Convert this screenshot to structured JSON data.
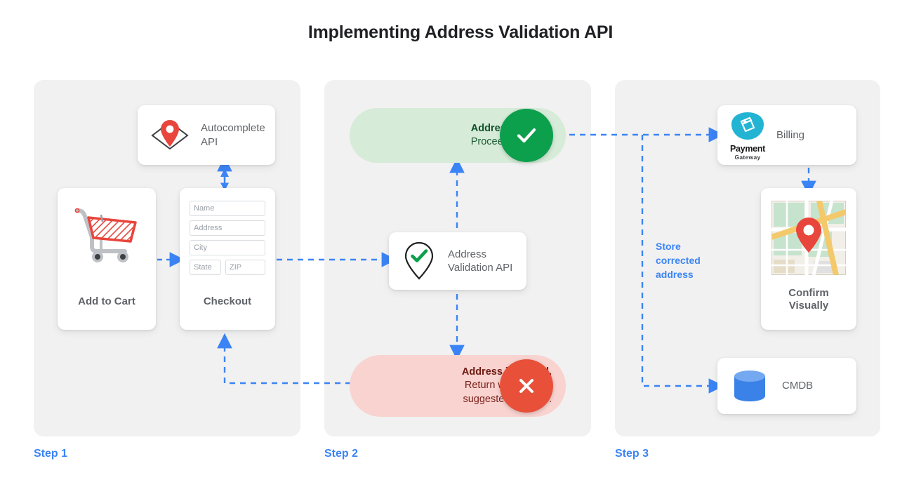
{
  "title": "Implementing Address Validation API",
  "colors": {
    "accent_blue": "#3b84f5",
    "panel_bg": "#f1f1f1",
    "valid_green": "#0ca04d",
    "valid_pill_bg": "#d6ebd8",
    "invalid_red": "#e8503a",
    "invalid_pill_bg": "#f8d3d0",
    "label_gray": "#5f6368",
    "cmdb_blue": "#3b82e8",
    "pin_red": "#e8453c",
    "payment_teal": "#23b4d4"
  },
  "steps": [
    {
      "label": "Step 1"
    },
    {
      "label": "Step 2"
    },
    {
      "label": "Step 3"
    }
  ],
  "step1": {
    "autocomplete": {
      "label_line1": "Autocomplete",
      "label_line2": "API",
      "icon": "map-pin-diamond-icon"
    },
    "cart": {
      "label": "Add to Cart",
      "icon": "shopping-cart-icon"
    },
    "checkout": {
      "label": "Checkout",
      "fields": [
        {
          "name": "name-field",
          "placeholder": "Name"
        },
        {
          "name": "address-field",
          "placeholder": "Address"
        },
        {
          "name": "city-field",
          "placeholder": "City"
        },
        {
          "name": "state-field",
          "placeholder": "State"
        },
        {
          "name": "zip-field",
          "placeholder": "ZIP"
        }
      ]
    }
  },
  "step2": {
    "valid": {
      "line1": "Address is valid.",
      "line2": "Proceed to billing.",
      "icon": "check-circle-icon"
    },
    "invalid": {
      "line1": "Address is invalid.",
      "line2": "Return with Google",
      "line3": "suggested address.",
      "icon": "x-circle-icon"
    },
    "validation_api": {
      "label_line1": "Address",
      "label_line2": "Validation API",
      "icon": "map-pin-check-icon"
    }
  },
  "step3": {
    "billing": {
      "label": "Billing",
      "logo_line1": "Payment",
      "logo_line2": "Gateway",
      "icon": "payment-gateway-icon"
    },
    "confirm": {
      "label_line1": "Confirm",
      "label_line2": "Visually",
      "icon": "map-thumbnail-icon"
    },
    "cmdb": {
      "label": "CMDB",
      "icon": "database-icon"
    },
    "store_note": {
      "line1": "Store",
      "line2": "corrected",
      "line3": "address"
    }
  }
}
